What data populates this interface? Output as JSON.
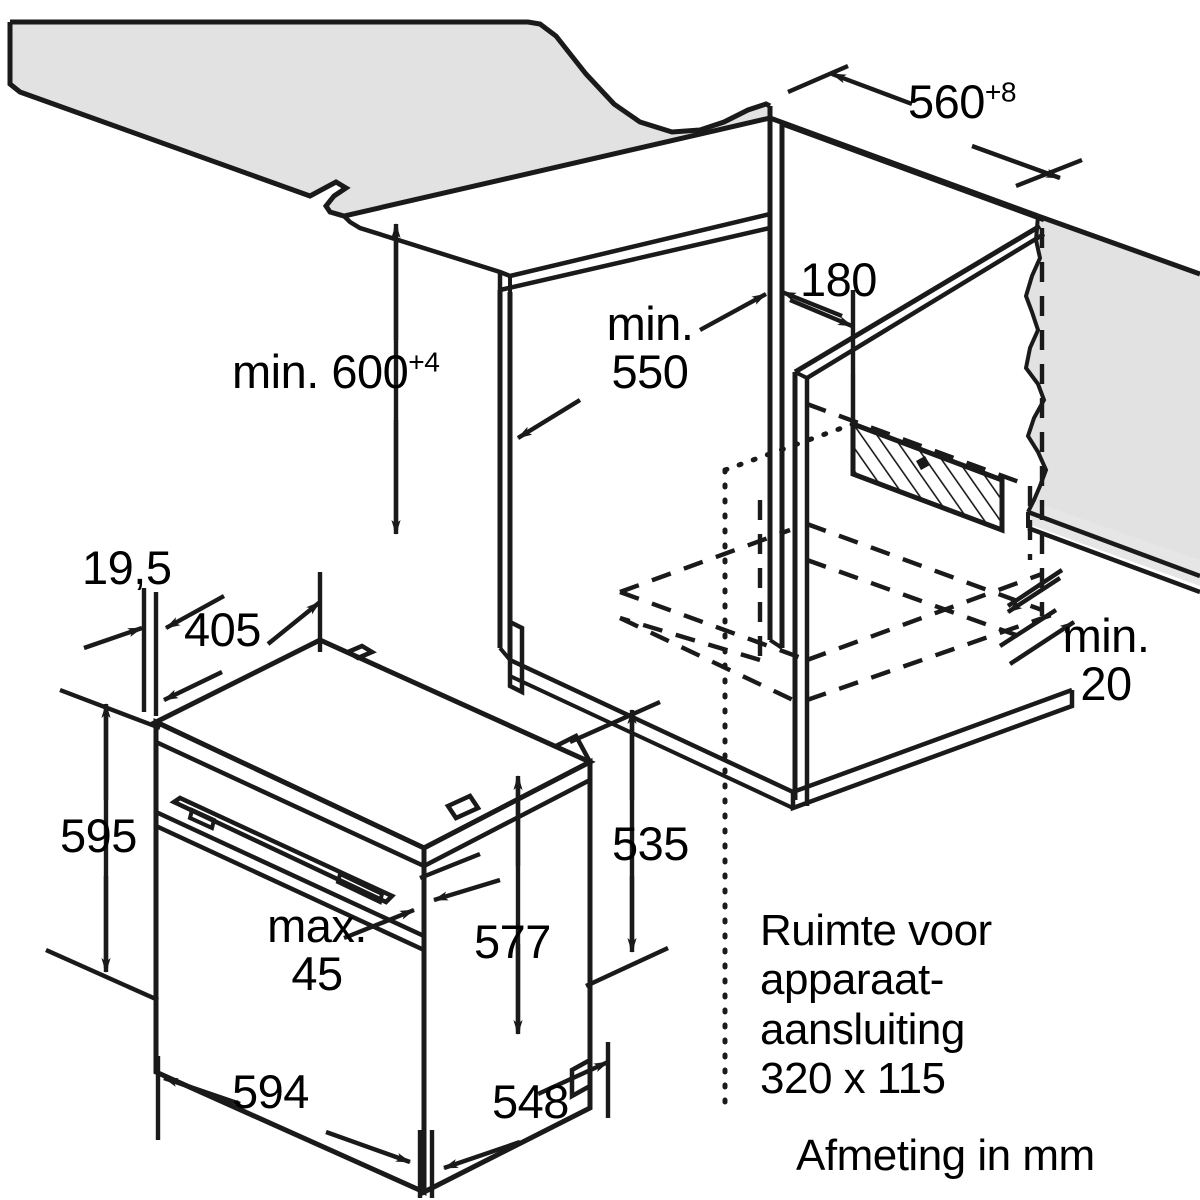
{
  "diagram": {
    "kind": "built-in-oven-installation-dimensions",
    "units_note": "Afmeting in mm",
    "language": "nl"
  },
  "labels": {
    "niche_width": {
      "value": "560",
      "tolerance": "+8"
    },
    "niche_height": {
      "prefix": "min. ",
      "value": "600",
      "tolerance": "+4"
    },
    "niche_depth_min": {
      "line1": "min.",
      "line2": "550"
    },
    "connection_offset": {
      "value": "180"
    },
    "rear_gap_min": {
      "line1": "min.",
      "line2": "20"
    },
    "worktop_overhang": {
      "value": "19,5"
    },
    "door_open_depth": {
      "value": "405"
    },
    "appliance_height": {
      "value": "595"
    },
    "door_gap_max": {
      "line1": "max.",
      "line2": "45"
    },
    "body_height": {
      "value": "577"
    },
    "body_depth": {
      "value": "535"
    },
    "appliance_width": {
      "value": "594"
    },
    "body_width": {
      "value": "548"
    }
  },
  "notes": {
    "connection_space": {
      "line1": "Ruimte voor",
      "line2": "apparaat-",
      "line3": "aansluiting",
      "line4": "320 x 115"
    },
    "units": "Afmeting in mm"
  },
  "colors": {
    "ink": "#1a1a1a",
    "fill_panel": "#e2e2e2",
    "fill_white": "#ffffff",
    "background": "#ffffff"
  }
}
